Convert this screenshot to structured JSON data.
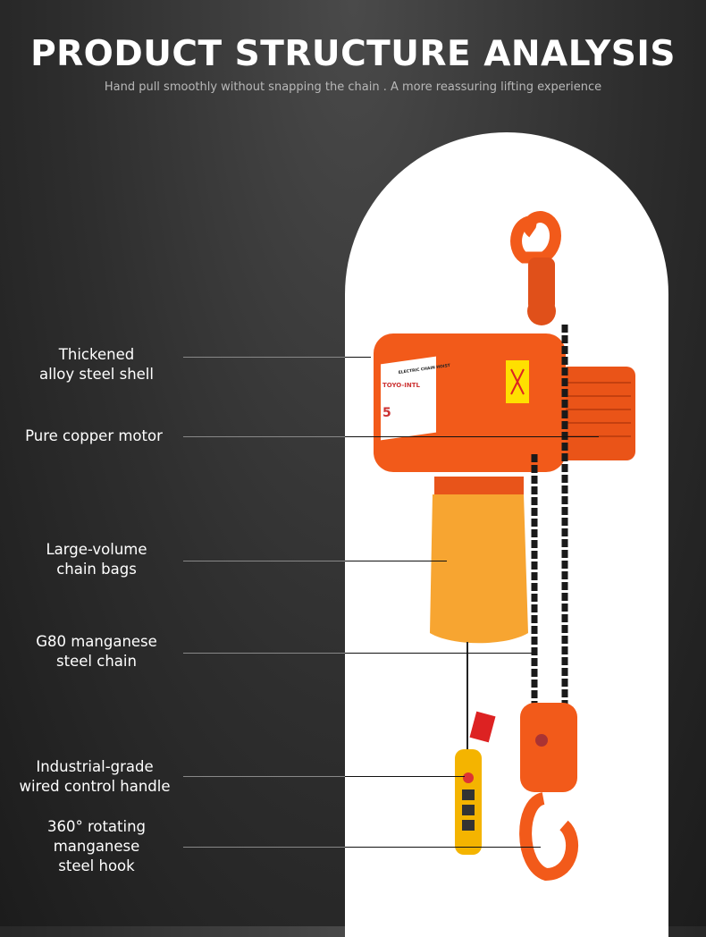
{
  "header": {
    "title": "PRODUCT STRUCTURE ANALYSIS",
    "subtitle": "Hand pull smoothly without snapping the chain .  A more reassuring lifting experience"
  },
  "callouts": [
    {
      "label": "Thickened\nalloy steel shell"
    },
    {
      "label": "Pure copper motor"
    },
    {
      "label": "Large-volume\nchain bags"
    },
    {
      "label": "G80 manganese\nsteel chain"
    },
    {
      "label": "Industrial-grade\nwired control handle"
    },
    {
      "label": "360° rotating\nmanganese\nsteel hook"
    }
  ],
  "product": {
    "brand": "TOYO-INTL",
    "capacity": "5",
    "nameplate": "ELECTRIC CHAIN HOIST",
    "colors": {
      "body": "#f25a1a",
      "bag": "#f7a531",
      "chain": "#1a1a1a"
    }
  }
}
